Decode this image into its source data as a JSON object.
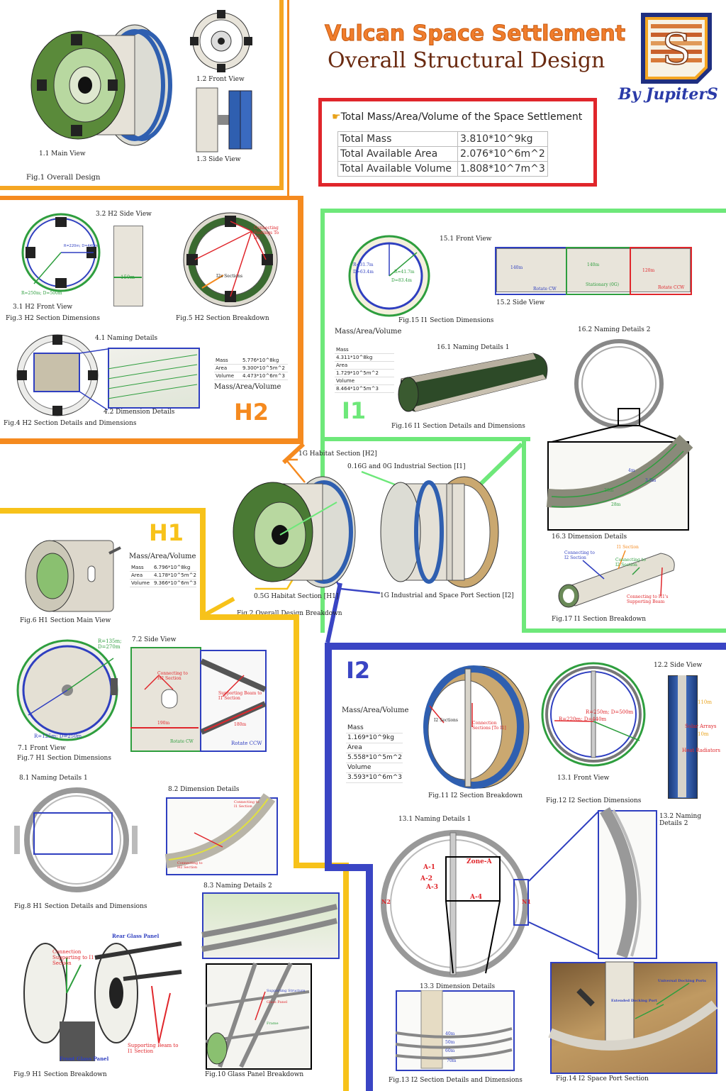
{
  "header": {
    "title_line1": "Vulcan Space Settlement",
    "title_line2": "Overall Structural Design",
    "byline": "By JupiterS",
    "logo_icon": "team-logo-icon"
  },
  "colors": {
    "fig1_border": "#f5a623",
    "h2_border": "#f58a1f",
    "i1_border": "#6ee87a",
    "h1_border": "#f7c21a",
    "i2_border": "#3a45c4",
    "summary_border": "#e0262b",
    "title_orange": "#f07d2c",
    "title_brown": "#6a2a10",
    "byline_blue": "#2a3aa8"
  },
  "summary": {
    "header": "Total Mass/Area/Volume of the Space Settlement",
    "rows": [
      {
        "label": "Total Mass",
        "value": "3.810*10^9kg"
      },
      {
        "label": "Total Available Area",
        "value": "2.076*10^6m^2"
      },
      {
        "label": "Total Available Volume",
        "value": "1.808*10^7m^3"
      }
    ]
  },
  "fig1": {
    "main_view": "1.1 Main View",
    "front_view": "1.2 Front View",
    "side_view": "1.3 Side View",
    "caption": "Fig.1 Overall Design"
  },
  "h2": {
    "label": "H2",
    "side_view": "3.2 H2 Side View",
    "front_view": "3.1 H2 Front View",
    "dims_caption": "Fig.3 H2 Section Dimensions",
    "r_inner": "R=220m; D=440m",
    "r_outer": "R=250m; D=500m",
    "width": "150m",
    "breakdown_caption": "Fig.5 H2 Section Breakdown",
    "connecting": "Connecting Footings To H1",
    "i2_sections": "I2s Sections",
    "naming": "4.1 Naming Details",
    "dimension": "4.2 Dimension Details",
    "details_caption": "Fig.4 H2 Section Details and Dimensions",
    "mav_title": "Mass/Area/Volume",
    "mav": [
      {
        "k": "Mass",
        "v": "5.776*10^8kg"
      },
      {
        "k": "Area",
        "v": "9.300*10^5m^2"
      },
      {
        "k": "Volume",
        "v": "4.473*10^6m^3"
      }
    ]
  },
  "i1": {
    "label": "I1",
    "front_view": "15.1 Front View",
    "side_view": "15.2 Side View",
    "dims_caption": "Fig.15 I1 Section Dimensions",
    "r1": "R=31.7m",
    "d1": "D=63.4m",
    "r2": "R=41.7m",
    "d2": "D=83.4m",
    "len_a": "140m",
    "len_b": "140m",
    "len_c": "120m",
    "rotate_cw": "Rotate CW",
    "stationary": "Stationary (0G)",
    "rotate_ccw": "Rotate CCW",
    "mav_title": "Mass/Area/Volume",
    "mav": [
      {
        "k": "Mass",
        "v": "4.311*10^8kg"
      },
      {
        "k": "Area",
        "v": "1.729*10^5m^2"
      },
      {
        "k": "Volume",
        "v": "8.464*10^5m^3"
      }
    ],
    "naming1": "16.1 Naming Details 1",
    "naming2": "16.2 Naming Details 2",
    "details_caption": "Fig.16 I1 Section Details and Dimensions",
    "dimension": "16.3 Dimension Details",
    "dim_a": "4m",
    "dim_b": "3.5m",
    "dim_c": "28m",
    "dim_d": "28m",
    "breakdown_caption": "Fig.17 I1 Section Breakdown",
    "conn_i2": "Connecting to I2 Section",
    "conn_i1": "I1 Section",
    "conn_i2b": "Connecting to I2 Section",
    "conn_h1": "Connecting to H1's Supporting Beam"
  },
  "center": {
    "h2_label": "1G Habitat Section [H2]",
    "i1_label": "0.16G and 0G Industrial Section [I1]",
    "h1_label": "0.5G Habitat Section [H1]",
    "i2_label": "1G Industrial and Space Port Section [I2]",
    "caption": "Fig.2 Overall Design Breakdown"
  },
  "h1": {
    "label": "H1",
    "main_caption": "Fig.6 H1 Section Main View",
    "mav_title": "Mass/Area/Volume",
    "mav": [
      {
        "k": "Mass",
        "v": "6.796*10^8kg"
      },
      {
        "k": "Area",
        "v": "4.178*10^5m^2"
      },
      {
        "k": "Volume",
        "v": "9.366*10^6m^3"
      }
    ],
    "side_view": "7.2 Side View",
    "front_view": "7.1 Front View",
    "dims_caption": "Fig.7 H1 Section Dimensions",
    "r_outer": "R=135m; D=270m",
    "r_inner": "R=125m; D=250m",
    "conn_h2": "Connecting to H2 Section",
    "beam": "Supporting Beam to I1 Section",
    "len_190": "190m",
    "len_180": "180m",
    "rotate_cw": "Rotate CW",
    "rotate_ccw": "Rotate CCW",
    "naming1": "8.1 Naming Details 1",
    "dimension": "8.2 Dimension Details",
    "naming2": "8.3 Naming Details 2",
    "details_caption": "Fig.8 H1 Section Details and Dimensions",
    "rear_glass": "Rear Glass Panel",
    "conn_support": "Connection Supporting to I1 Section",
    "front_glass": "Front Glass Panel",
    "beam2": "Supporting Beam to I1 Section",
    "breakdown_caption": "Fig.9 H1 Section Breakdown",
    "glass_caption": "Fig.10 Glass Panel Breakdown",
    "glass_support": "Supporting Structure",
    "glass_panel": "Glass Panel",
    "glass_frame": "Frame"
  },
  "i2": {
    "label": "I2",
    "mav_title": "Mass/Area/Volume",
    "mav": [
      {
        "k": "Mass",
        "v": "1.169*10^9kg"
      },
      {
        "k": "Area",
        "v": "5.558*10^5m^2"
      },
      {
        "k": "Volume",
        "v": "3.593*10^6m^3"
      }
    ],
    "i2_sections": "I2 Sections",
    "connection": "Connection Sections [To I1]",
    "breakdown_caption": "Fig.11 I2 Section Breakdown",
    "front_view": "13.1 Front View",
    "side_view": "12.2 Side View",
    "dims_caption": "Fig.12 I2 Section Dimensions",
    "r_outer": "R=250m; D=500m",
    "r_inner": "R=220m; D=440m",
    "w_110": "110m",
    "solar": "Solar Arrays",
    "w_10": "10m",
    "radiators": "Heat Radiators",
    "naming1": "13.1 Naming Details 1",
    "naming2": "13.2 Naming Details 2",
    "zone": "Zone-A",
    "a1": "A-1",
    "a2": "A-2",
    "a3": "A-3",
    "a4": "A-4",
    "n1": "N1",
    "n2": "N2",
    "dimension": "13.3 Dimension Details",
    "d1": "40m",
    "d2": "50m",
    "d3": "60m",
    "d4": "70m",
    "details_caption": "Fig.13 I2 Section Details and Dimensions",
    "port_caption": "Fig.14 I2 Space Port Section",
    "port_universal": "Universal Docking Ports",
    "port_extended": "Extended Docking Port"
  }
}
